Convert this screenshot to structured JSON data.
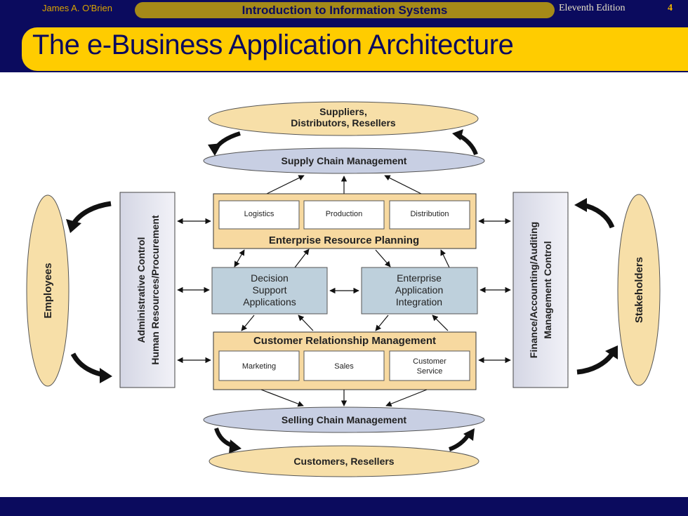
{
  "header": {
    "author": "James A. O'Brien",
    "book": "Introduction to Information Systems",
    "edition": "Eleventh Edition",
    "page": "4"
  },
  "slide": {
    "title": "The e-Business Application Architecture"
  },
  "diagram": {
    "suppliers_line1": "Suppliers,",
    "suppliers_line2": "Distributors, Resellers",
    "supply_chain": "Supply Chain Management",
    "erp": {
      "title": "Enterprise Resource Planning",
      "modules": [
        "Logistics",
        "Production",
        "Distribution"
      ]
    },
    "dss": [
      "Decision",
      "Support",
      "Applications"
    ],
    "eai": [
      "Enterprise",
      "Application",
      "Integration"
    ],
    "crm": {
      "title": "Customer Relationship Management",
      "modules": [
        "Marketing",
        "Sales"
      ],
      "service": [
        "Customer",
        "Service"
      ]
    },
    "selling_chain": "Selling Chain Management",
    "customers": "Customers, Resellers",
    "employees": "Employees",
    "stakeholders": "Stakeholders",
    "left_panel": [
      "Administrative Control",
      "Human Resources/Procurement"
    ],
    "right_panel": [
      "Finance/Accounting/Auditing",
      "Management Control"
    ]
  },
  "colors": {
    "navy": "#0b0b5e",
    "gold": "#ffcc00",
    "tan_box": "#f7d9a0",
    "oval_tan": "#f7dfa8",
    "oval_blue": "#c8cfe3",
    "blue_box": "#bed0dc"
  }
}
